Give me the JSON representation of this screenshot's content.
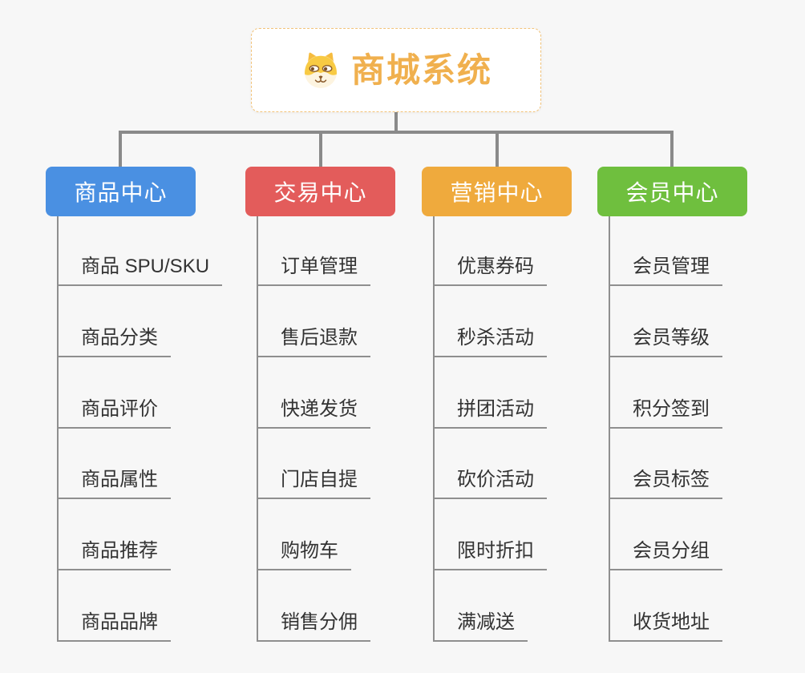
{
  "root": {
    "title": "商城系统",
    "icon": "dog-face-icon"
  },
  "colors": {
    "background": "#f7f7f7",
    "connector": "#8a8a8a",
    "root_title": "#f0b04e",
    "root_border": "#f2c379",
    "child_text": "#333333"
  },
  "branches": [
    {
      "label": "商品中心",
      "color": "#4a90e2",
      "children": [
        "商品 SPU/SKU",
        "商品分类",
        "商品评价",
        "商品属性",
        "商品推荐",
        "商品品牌"
      ]
    },
    {
      "label": "交易中心",
      "color": "#e35c5b",
      "children": [
        "订单管理",
        "售后退款",
        "快递发货",
        "门店自提",
        "购物车",
        "销售分佣"
      ]
    },
    {
      "label": "营销中心",
      "color": "#efaa3d",
      "children": [
        "优惠券码",
        "秒杀活动",
        "拼团活动",
        "砍价活动",
        "限时折扣",
        "满减送"
      ]
    },
    {
      "label": "会员中心",
      "color": "#6fbf3e",
      "children": [
        "会员管理",
        "会员等级",
        "积分签到",
        "会员标签",
        "会员分组",
        "收货地址"
      ]
    }
  ]
}
